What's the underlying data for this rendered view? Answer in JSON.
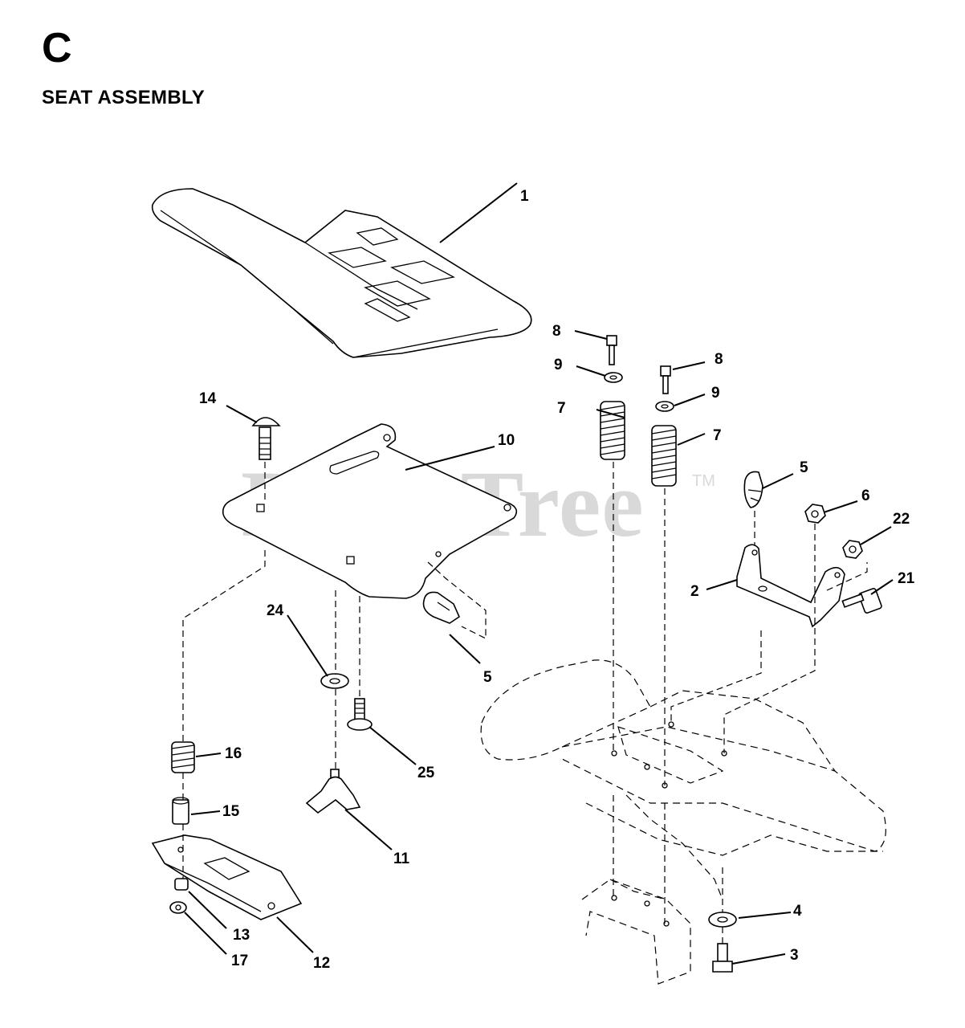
{
  "header": {
    "section_letter": "C",
    "section_title": "SEAT ASSEMBLY"
  },
  "watermark": {
    "text": "PartsTree",
    "trademark": "TM"
  },
  "callouts": [
    {
      "id": "c1",
      "label": "1"
    },
    {
      "id": "c2",
      "label": "2"
    },
    {
      "id": "c3",
      "label": "3"
    },
    {
      "id": "c4",
      "label": "4"
    },
    {
      "id": "c5a",
      "label": "5"
    },
    {
      "id": "c5b",
      "label": "5"
    },
    {
      "id": "c6",
      "label": "6"
    },
    {
      "id": "c7a",
      "label": "7"
    },
    {
      "id": "c7b",
      "label": "7"
    },
    {
      "id": "c8a",
      "label": "8"
    },
    {
      "id": "c8b",
      "label": "8"
    },
    {
      "id": "c9a",
      "label": "9"
    },
    {
      "id": "c9b",
      "label": "9"
    },
    {
      "id": "c10",
      "label": "10"
    },
    {
      "id": "c11",
      "label": "11"
    },
    {
      "id": "c12",
      "label": "12"
    },
    {
      "id": "c13",
      "label": "13"
    },
    {
      "id": "c14",
      "label": "14"
    },
    {
      "id": "c15",
      "label": "15"
    },
    {
      "id": "c16",
      "label": "16"
    },
    {
      "id": "c17",
      "label": "17"
    },
    {
      "id": "c21",
      "label": "21"
    },
    {
      "id": "c22",
      "label": "22"
    },
    {
      "id": "c24",
      "label": "24"
    },
    {
      "id": "c25",
      "label": "25"
    }
  ],
  "colors": {
    "line": "#000000",
    "background": "#ffffff",
    "watermark": "#d9d9d9"
  }
}
